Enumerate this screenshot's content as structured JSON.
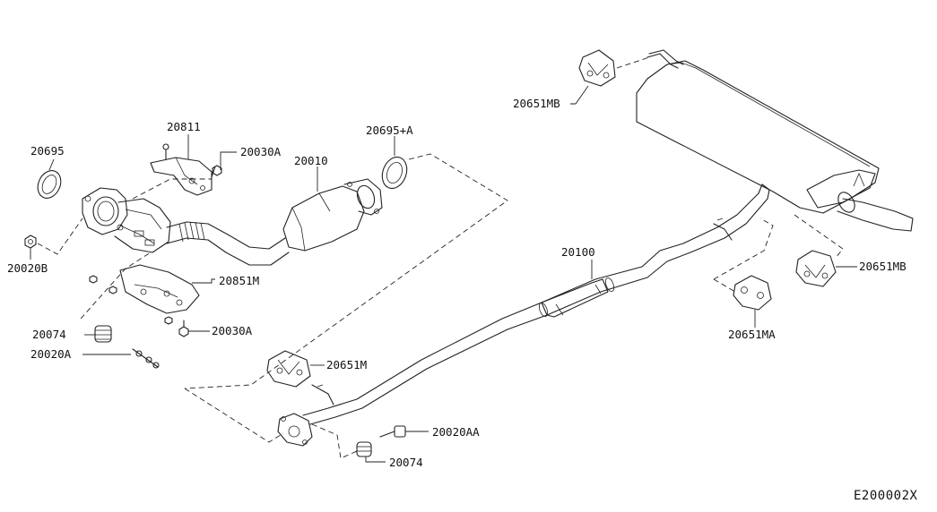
{
  "diagram": {
    "labels": {
      "p20695": "20695",
      "p20811": "20811",
      "p20030A_top": "20030A",
      "p20010": "20010",
      "p20695A": "20695+A",
      "p20020B": "20020B",
      "p20851M": "20851M",
      "p20074_left": "20074",
      "p20030A_bottom": "20030A",
      "p20020A": "20020A",
      "p20651MB_top": "20651MB",
      "p20100": "20100",
      "p20651MB_right": "20651MB",
      "p20651MA": "20651MA",
      "p20651M": "20651M",
      "p20020AA": "20020AA",
      "p20074_bottom": "20074"
    },
    "figure_code": "E200002X"
  }
}
